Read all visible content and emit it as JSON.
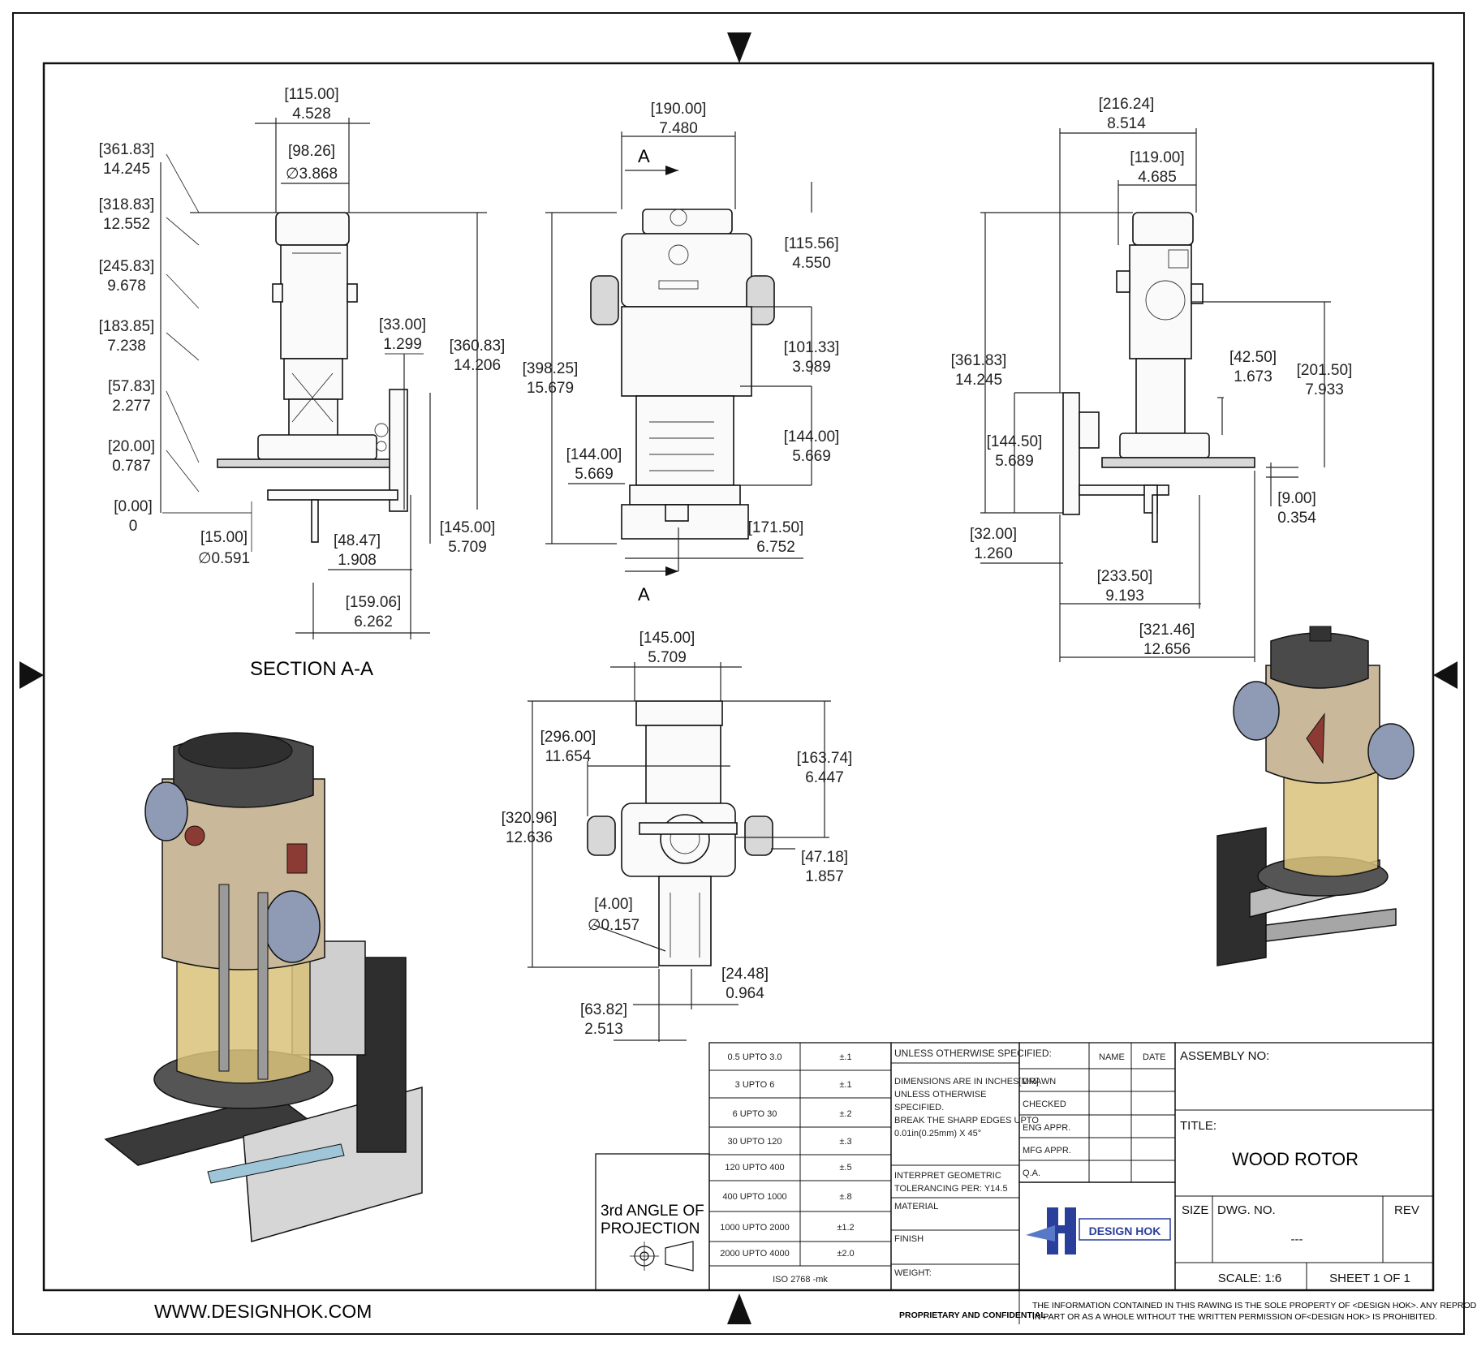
{
  "section_label": "SECTION A-A",
  "section_marker": "A",
  "website": "WWW.DESIGNHOK.COM",
  "projection_label_1": "3rd ANGLE OF",
  "projection_label_2": "PROJECTION",
  "dimensions": {
    "sec_115": "[115.00]",
    "sec_4528": "4.528",
    "sec_9826": "[98.26]",
    "sec_3868": "∅3.868",
    "sec_36183": "[361.83]",
    "sec_14245": "14.245",
    "sec_31883": "[318.83]",
    "sec_12552": "12.552",
    "sec_24583": "[245.83]",
    "sec_9678": "9.678",
    "sec_18385": "[183.85]",
    "sec_7238": "7.238",
    "sec_5783": "[57.83]",
    "sec_2277": "2.277",
    "sec_2000": "[20.00]",
    "sec_0787": "0.787",
    "sec_000": "[0.00]",
    "sec_0": "0",
    "sec_3300": "[33.00]",
    "sec_1299": "1.299",
    "sec_36083": "[360.83]",
    "sec_14206": "14.206",
    "sec_1500": "[15.00]",
    "sec_0591": "∅0.591",
    "sec_4847": "[48.47]",
    "sec_1908": "1.908",
    "sec_14500": "[145.00]",
    "sec_5709": "5.709",
    "sec_15906": "[159.06]",
    "sec_6262": "6.262",
    "front_190": "[190.00]",
    "front_7480": "7.480",
    "front_11556": "[115.56]",
    "front_4550": "4.550",
    "front_39825": "[398.25]",
    "front_15679": "15.679",
    "front_10133": "[101.33]",
    "front_3989": "3.989",
    "front_144a": "[144.00]",
    "front_5669a": "5.669",
    "front_144b": "[144.00]",
    "front_5669b": "5.669",
    "front_17150": "[171.50]",
    "front_6752": "6.752",
    "side_21624": "[216.24]",
    "side_8514": "8.514",
    "side_11900": "[119.00]",
    "side_4685": "4.685",
    "side_36183": "[361.83]",
    "side_14245": "14.245",
    "side_4250": "[42.50]",
    "side_1673": "1.673",
    "side_20150": "[201.50]",
    "side_7933": "7.933",
    "side_14450": "[144.50]",
    "side_5689": "5.689",
    "side_900": "[9.00]",
    "side_0354": "0.354",
    "side_3200": "[32.00]",
    "side_1260": "1.260",
    "side_23350": "[233.50]",
    "side_9193": "9.193",
    "side_32146": "[321.46]",
    "side_12656": "12.656",
    "top_14500": "[145.00]",
    "top_5709": "5.709",
    "top_29600": "[296.00]",
    "top_11654": "11.654",
    "top_16374": "[163.74]",
    "top_6447": "6.447",
    "top_32096": "[320.96]",
    "top_12636": "12.636",
    "top_4718": "[47.18]",
    "top_1857": "1.857",
    "top_400": "[4.00]",
    "top_0157": "∅0.157",
    "top_2448": "[24.48]",
    "top_0964": "0.964",
    "top_6382": "[63.82]",
    "top_2513": "2.513"
  },
  "tolerance_table": [
    {
      "range": "0.5 UPTO 3.0",
      "tol": "±.1"
    },
    {
      "range": "3 UPTO 6",
      "tol": "±.1"
    },
    {
      "range": "6 UPTO 30",
      "tol": "±.2"
    },
    {
      "range": "30 UPTO 120",
      "tol": "±.3"
    },
    {
      "range": "120 UPTO 400",
      "tol": "±.5"
    },
    {
      "range": "400 UPTO 1000",
      "tol": "±.8"
    },
    {
      "range": "1000 UPTO 2000",
      "tol": "±1.2"
    },
    {
      "range": "2000 UPTO 4000",
      "tol": "±2.0"
    }
  ],
  "iso_note": "ISO 2768 -mk",
  "notes": {
    "unless": "UNLESS OTHERWISE SPECIFIED:",
    "dims_1": "DIMENSIONS ARE IN INCHES[MM]",
    "dims_2": "UNLESS OTHERWISE",
    "dims_3": "SPECIFIED.",
    "dims_4": "BREAK THE SHARP EDGES UPTO",
    "dims_5": "0.01in(0.25mm) X 45°",
    "interpret_1": "INTERPRET GEOMETRIC",
    "interpret_2": "TOLERANCING PER: Y14.5",
    "material": "MATERIAL",
    "finish": "FINISH",
    "weight": "WEIGHT:"
  },
  "approvals": {
    "name": "NAME",
    "date": "DATE",
    "rows": [
      "DRAWN",
      "CHECKED",
      "ENG APPR.",
      "MFG APPR.",
      "Q.A."
    ]
  },
  "title_block": {
    "assembly_no": "ASSEMBLY NO:",
    "title_label": "TITLE:",
    "title": "WOOD ROTOR",
    "size": "SIZE",
    "dwg_no": "DWG. NO.",
    "dwg_value": "---",
    "rev": "REV",
    "scale": "SCALE: 1:6",
    "sheet": "SHEET 1 OF 1",
    "logo_text": "DESIGN HOK"
  },
  "footer": {
    "proprietary": "PROPRIETARY AND CONFIDENTIAL",
    "notice_1": "THE INFORMATION CONTAINED IN THIS RAWING IS THE SOLE PROPERTY OF <DESIGN HOK>.  ANY REPRODUCTION",
    "notice_2": "IN PART OR AS A WHOLE WITHOUT THE WRITTEN PERMISSION OF<DESIGN HOK> IS PROHIBITED."
  },
  "colors": {
    "body_beige": "#c9b89a",
    "knob_blue": "#8f9bb4",
    "housing_dark": "#4a4a4a",
    "base_clear": "#d9c27a",
    "logo_blue": "#2a3e9c"
  }
}
